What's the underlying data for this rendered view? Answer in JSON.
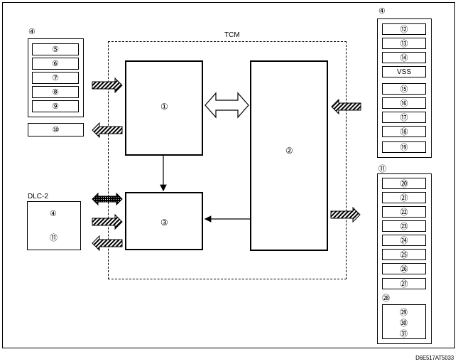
{
  "tcm_label": "TCM",
  "center": {
    "block1": "①",
    "block2": "②",
    "block3": "③"
  },
  "left_group": {
    "label": "④",
    "items": [
      "⑤",
      "⑥",
      "⑦",
      "⑧",
      "⑨"
    ],
    "single": "⑩"
  },
  "dlc": {
    "label": "DLC-2",
    "items": [
      "④",
      "⑪"
    ]
  },
  "right_top": {
    "label": "④",
    "items": [
      "⑫",
      "⑬",
      "⑭",
      "VSS",
      "⑮",
      "⑯",
      "⑰",
      "⑱",
      "⑲"
    ]
  },
  "right_bottom": {
    "label": "⑪",
    "items": [
      "⑳",
      "㉑",
      "㉒",
      "㉓",
      "㉔",
      "㉕",
      "㉖",
      "㉗"
    ],
    "sub_label": "㉘",
    "sub_items": [
      "㉙",
      "㉚",
      "㉛"
    ]
  },
  "figure_code": "D6E517AT5033"
}
